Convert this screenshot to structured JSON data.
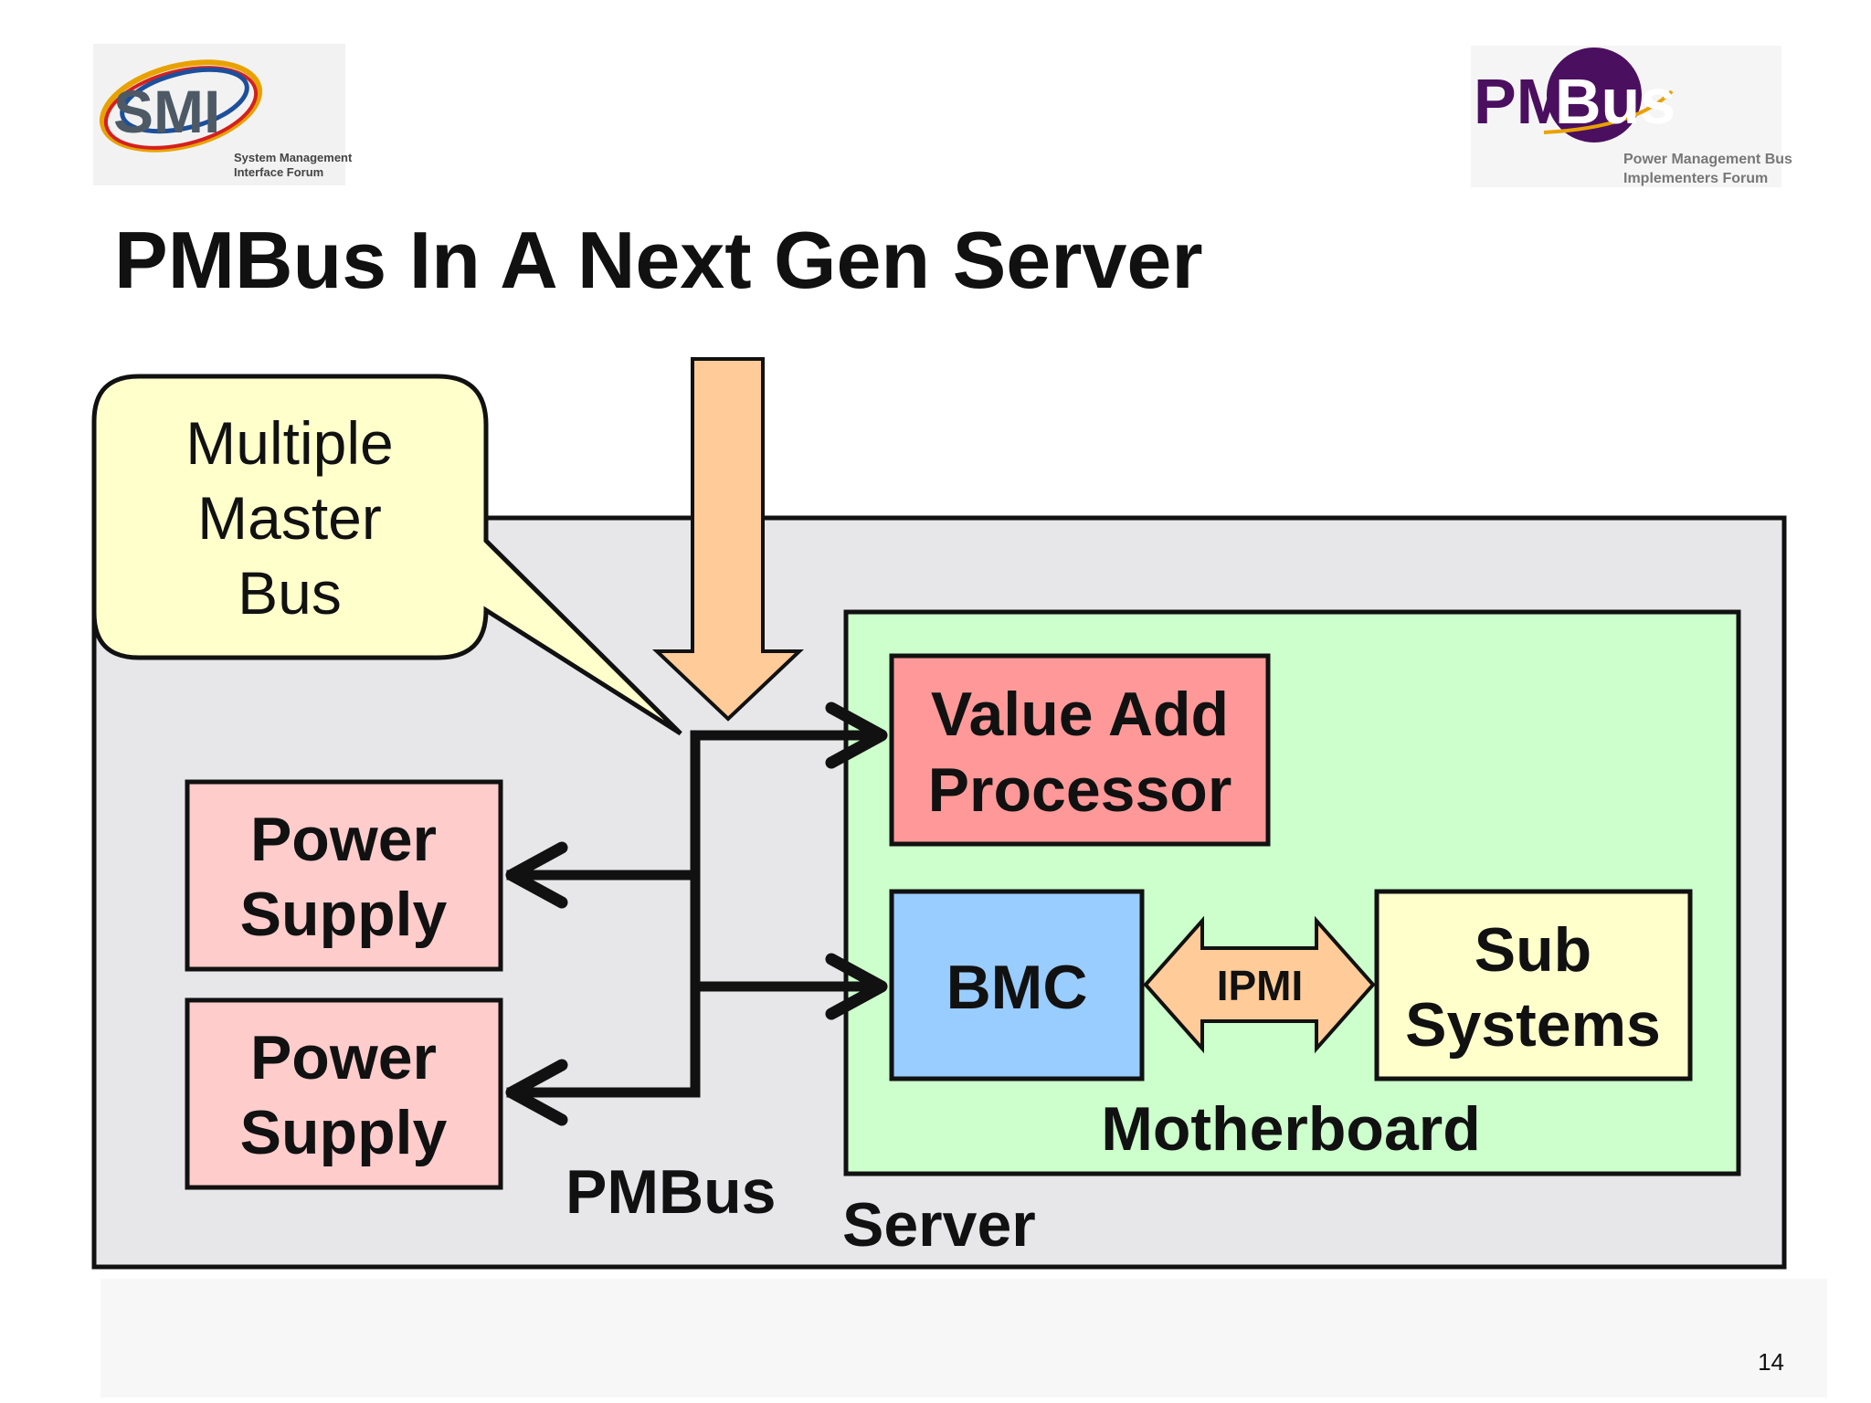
{
  "title": "PMBus In A Next Gen Server",
  "logos": {
    "smi": {
      "mark": "SMI",
      "line1": "System Management",
      "line2": "Interface Forum"
    },
    "pmbus": {
      "mark_a": "PM",
      "mark_b": "Bus",
      "line1": "Power Management Bus",
      "line2": "Implementers Forum"
    }
  },
  "callout": {
    "line1": "Multiple",
    "line2": "Master",
    "line3": "Bus"
  },
  "blocks": {
    "power_supply_1": {
      "line1": "Power",
      "line2": "Supply"
    },
    "power_supply_2": {
      "line1": "Power",
      "line2": "Supply"
    },
    "value_add": {
      "line1": "Value Add",
      "line2": "Processor"
    },
    "bmc": "BMC",
    "ipmi": "IPMI",
    "sub_systems": {
      "line1": "Sub",
      "line2": "Systems"
    }
  },
  "labels": {
    "pmbus": "PMBus",
    "server": "Server",
    "motherboard": "Motherboard"
  },
  "page_number": "14",
  "colors": {
    "server_bg": "#e7e6e9",
    "motherboard_bg": "#ccffcc",
    "power_supply_bg": "#ffcccc",
    "value_add_bg": "#ff9999",
    "bmc_bg": "#99ccff",
    "sub_systems_bg": "#ffffcc",
    "callout_bg": "#ffffcc",
    "ipmi_arrow": "#ffcc99",
    "input_arrow": "#ffcc99",
    "smi_purple": "#4b0f60"
  }
}
